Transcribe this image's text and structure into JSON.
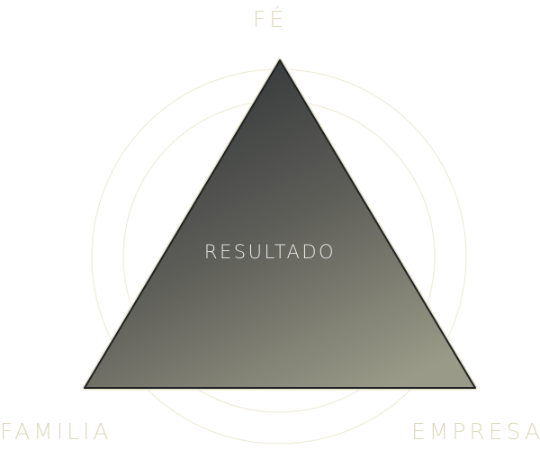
{
  "labels": {
    "top": "FÉ",
    "bottom_left": "FAMILIA",
    "bottom_right": "EMPRESA",
    "center": "RESULTADO"
  },
  "colors": {
    "label": "#ddd9c0",
    "ring": "#efecdc",
    "triangle_border": "#e6e2cc",
    "triangle_top": "#2d3134",
    "triangle_mid": "#5d5d58",
    "triangle_bottom": "#9a9a88",
    "center_text": "#ececec",
    "background": "#ffffff"
  }
}
